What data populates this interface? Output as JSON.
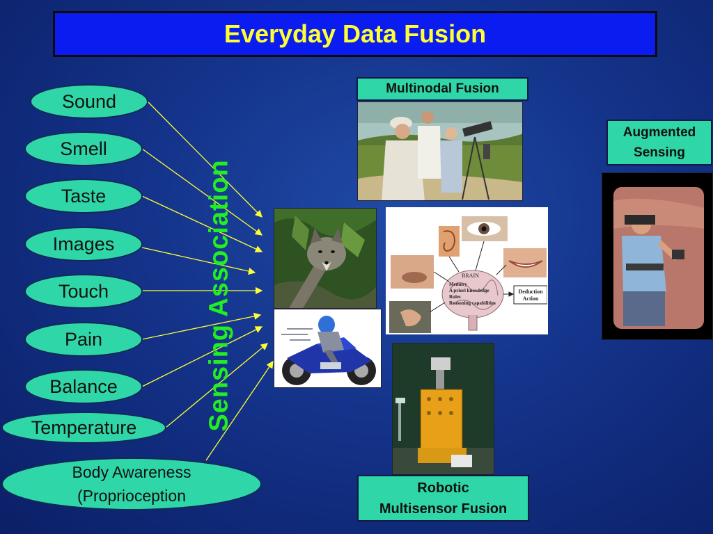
{
  "slide": {
    "title": "Everyday Data Fusion",
    "vertical_label": "Sensing Association"
  },
  "senses": [
    "Sound",
    "Smell",
    "Taste",
    "Images",
    "Touch",
    "Pain",
    "Balance",
    "Temperature"
  ],
  "body_awareness": {
    "line1": "Body Awareness",
    "line2": "(Proprioception"
  },
  "boxes": {
    "multinodal": "Multinodal Fusion",
    "augmented_line1": "Augmented",
    "augmented_line2": "Sensing",
    "robotic_line1": "Robotic",
    "robotic_line2": "Multisensor Fusion"
  },
  "brain_diagram": {
    "brain_label": "BRAIN",
    "items": [
      "Memory",
      "A priori knowledge",
      "Rules",
      "Reasoning capabilities"
    ],
    "deduction_line1": "Deduction",
    "deduction_line2": "Action"
  },
  "colors": {
    "title_bg": "#0a1cf0",
    "title_text": "#ffff33",
    "ellipse_fill": "#2fd7a8",
    "arrow": "#ffff33",
    "vertical_label": "#22ee22"
  }
}
